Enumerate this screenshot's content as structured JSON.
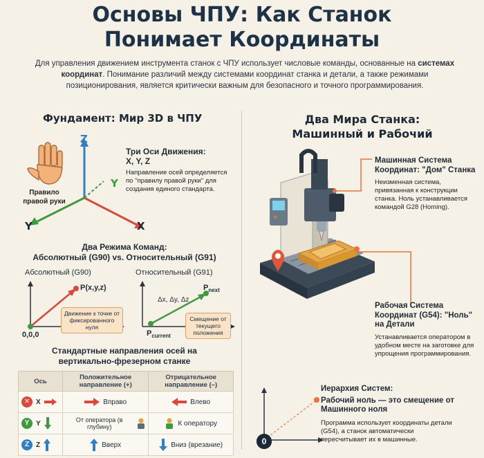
{
  "header": {
    "title_line1": "Основы ЧПУ: Как Станок",
    "title_line2": "Понимает Координаты",
    "intro_part1": "Для управления движением инструмента станок с ЧПУ использует числовые команды, основанные на",
    "intro_bold": "системах координат",
    "intro_part2": ". Понимание различий между системами координат станка и детали, а также режимами позиционирования, является критически важным для безопасного и точного программирования."
  },
  "left": {
    "heading": "Фундамент: Мир 3D в ЧПУ",
    "hand_label": "Правило правой руки",
    "axis_z": "Z",
    "axis_y_top": "Y",
    "axis_y_left": "Y",
    "axis_x": "X",
    "three_axes_title": "Три Оси Движения:",
    "three_axes_sub": "X, Y, Z",
    "three_axes_desc": "Направление осей определяется по \"правилу правой руки\" для создания единого стандарта.",
    "modes_title_line1": "Два Режима Команд:",
    "modes_title_line2": "Абсолютный (G90) vs. Относительный (G91)",
    "abs_label": "Абсолютный (G90)",
    "abs_point": "P(x,y,z)",
    "abs_origin": "0,0,0",
    "abs_note": "Движение к точке от фиксированного нуля",
    "rel_label": "Относительный (G91)",
    "rel_next": "P",
    "rel_next_sub": "next",
    "rel_current": "P",
    "rel_current_sub": "current",
    "rel_delta": "Δx, Δy, Δz",
    "rel_note": "Смещение от текущего положения",
    "table_title_line1": "Стандартные направления осей на",
    "table_title_line2": "вертикально-фрезерном станке",
    "table_headers": [
      "Ось",
      "Положительное направление (+)",
      "Отрицательное направление (–)"
    ],
    "table_rows": [
      {
        "axis": "X",
        "color": "#d9483b",
        "pos": "Вправо",
        "neg": "Влево"
      },
      {
        "axis": "Y",
        "color": "#3f9a3f",
        "pos": "От оператора (в глубину)",
        "neg": "К оператору"
      },
      {
        "axis": "Z",
        "color": "#2f7fc4",
        "pos": "Вверх",
        "neg": "Вниз (врезание)"
      }
    ]
  },
  "right": {
    "heading_line1": "Два Мира Станка:",
    "heading_line2": "Машинный и Рабочий",
    "machine_title": "Машинная Система Координат: \"Дом\" Станка",
    "machine_desc": "Неизменная система, привязанная к конструкции станка. Ноль устанавливается командой G28 (Homing).",
    "work_title": "Рабочая Система Координат (G54): \"Ноль\" на Детали",
    "work_desc": "Устанавливается оператором в удобном месте на заготовке для упрощения программирования.",
    "hier_title": "Иерархия Систем:",
    "hier_sub": "Рабочий ноль — это смещение от Машинного ноля",
    "hier_desc": "Программа использует координаты детали (G54), а станок автоматически пересчитывает их в машинные.",
    "hier_origin": "0"
  },
  "colors": {
    "x_axis": "#d9483b",
    "y_axis": "#3f9a3f",
    "z_axis": "#2f7fc4",
    "accent_orange": "#e8743b"
  }
}
